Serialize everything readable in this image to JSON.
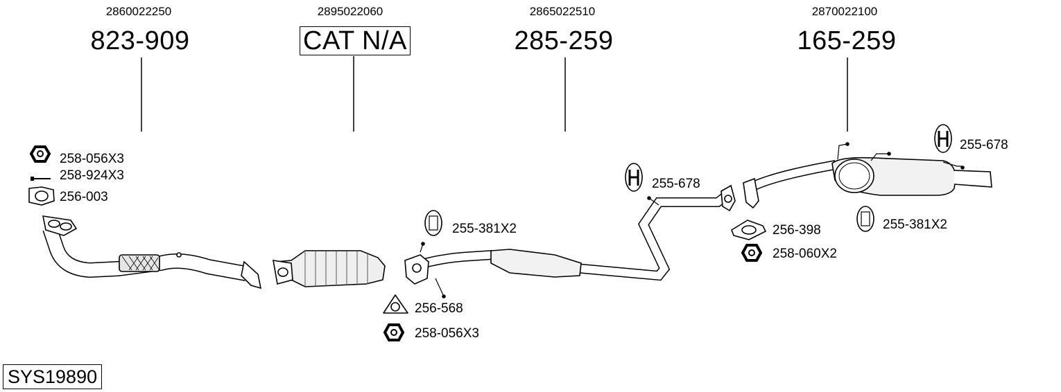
{
  "sections": [
    {
      "oem": "2860022250",
      "part": "823-909"
    },
    {
      "oem": "2895022060",
      "part": "CAT N/A"
    },
    {
      "oem": "2865022510",
      "part": "285-259"
    },
    {
      "oem": "2870022100",
      "part": "165-259"
    }
  ],
  "accessories": {
    "nut_1": "258-056X3",
    "bolt_1": "258-924X3",
    "gasket_1": "256-003",
    "hanger_1": "255-381X2",
    "gasket_2": "256-568",
    "nut_2": "258-056X3",
    "hanger_h_1": "255-678",
    "hanger_h_2": "255-678",
    "gasket_3": "256-398",
    "nut_3": "258-060X2",
    "hanger_2": "255-381X2"
  },
  "system_id": "SYS19890"
}
